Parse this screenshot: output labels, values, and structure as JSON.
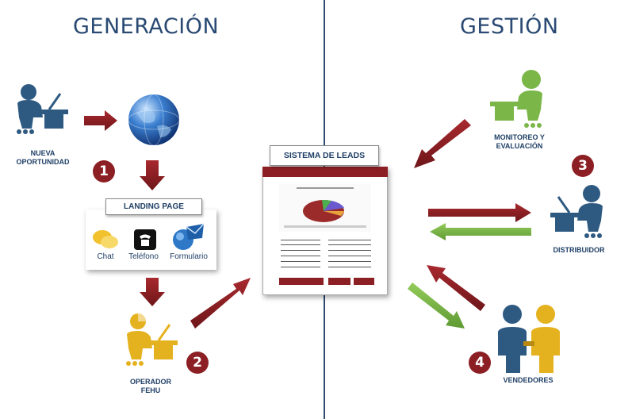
{
  "titles": {
    "left": "GENERACIÓN",
    "right": "GESTIÓN"
  },
  "nodes": {
    "nueva_oportunidad": "NUEVA\nOPORTUNIDAD",
    "operador": "OPERADOR\nFEHU",
    "monitoreo": "MONITOREO Y\nEVALUACIÓN",
    "distribuidor": "DISTRIBUIDOR",
    "vendedores": "VENDEDORES"
  },
  "landing_page": {
    "title": "LANDING PAGE",
    "items": [
      "Chat",
      "Teléfono",
      "Formulario"
    ]
  },
  "sistema": {
    "title": "SISTEMA DE LEADS"
  },
  "badges": [
    "1",
    "2",
    "3",
    "4"
  ],
  "colors": {
    "dark_red": "#8c1f23",
    "navy": "#1f3f66",
    "green": "#7ab648",
    "gold": "#e5b21f",
    "blue_person": "#2e5a82"
  },
  "icons": {
    "person_desk_navy": "person-at-desk-icon",
    "globe": "globe-icon",
    "chat": "chat-bubbles-icon",
    "phone": "telephone-icon",
    "form": "email-form-icon",
    "person_desk_gold": "operator-icon",
    "person_desk_green": "monitor-icon",
    "people": "two-people-icon"
  }
}
